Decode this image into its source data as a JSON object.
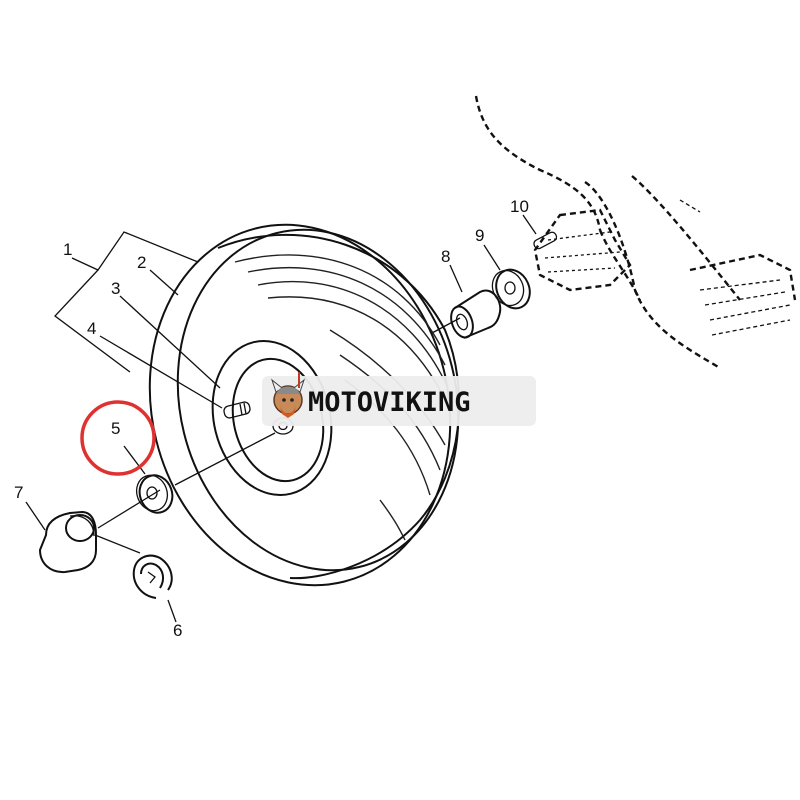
{
  "watermark": {
    "brand_text": "MOTOVIKING",
    "logo_icon": "viking-mascot-icon"
  },
  "callouts": [
    "1",
    "2",
    "3",
    "4",
    "5",
    "6",
    "7",
    "8",
    "9",
    "10"
  ],
  "highlight": {
    "target": "5",
    "color": "#e03131"
  },
  "colors": {
    "line": "#111111",
    "badge_bg": "#ededed"
  }
}
